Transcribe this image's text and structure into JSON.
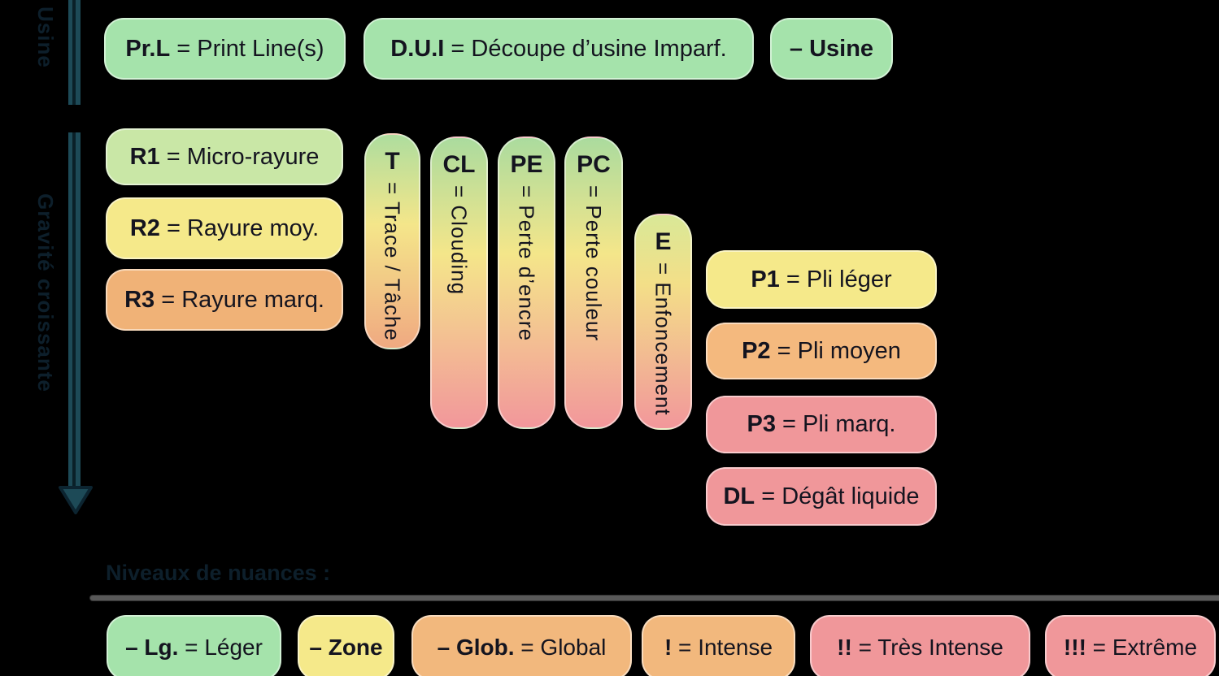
{
  "palette": {
    "background": "#000000",
    "rail_line": "#1d4a57",
    "rail_text": "#0d1f2b",
    "badge_text": "#14141f",
    "divider_gray": "#595959",
    "green": "#a5e3ab",
    "yellow_green": "#c9e7a6",
    "yellow": "#f5e98a",
    "orange": "#f2b87d",
    "salmon": "#f0979a"
  },
  "rails": {
    "top_label": "Usine",
    "bottom_label": "Gravité croissante"
  },
  "factory": {
    "items": [
      {
        "code": "Pr.L",
        "desc": " = Print Line(s)",
        "color": "#a5e3ab"
      },
      {
        "code": "D.U.I",
        "desc": " = Découpe d’usine Imparf.",
        "color": "#a5e3ab"
      },
      {
        "code": "– Usine",
        "desc": "",
        "color": "#a5e3ab"
      }
    ]
  },
  "scratches": {
    "items": [
      {
        "code": "R1",
        "desc": " = Micro-rayure",
        "color": "#c9e7a6"
      },
      {
        "code": "R2",
        "desc": " = Rayure moy.",
        "color": "#f5e98a"
      },
      {
        "code": "R3",
        "desc": " = Rayure marq.",
        "color": "#f0b277"
      }
    ]
  },
  "pills": {
    "items": [
      {
        "code": "T",
        "desc": "= Trace / Tâche",
        "top": "#aedd9e",
        "mid": "#f4e68a",
        "bottom": "#f0a981",
        "mid_pos": "42%"
      },
      {
        "code": "CL",
        "desc": "= Clouding",
        "top": "#abdb9e",
        "mid": "#f4e68a",
        "bottom": "#f2979b",
        "mid_pos": "40%"
      },
      {
        "code": "PE",
        "desc": "= Perte d’encre",
        "top": "#abdb9e",
        "mid": "#f4e68a",
        "bottom": "#f2979b",
        "mid_pos": "40%"
      },
      {
        "code": "PC",
        "desc": "= Perte couleur",
        "top": "#abdb9e",
        "mid": "#f4e68a",
        "bottom": "#f2979b",
        "mid_pos": "40%"
      },
      {
        "code": "E",
        "desc": "= Enfoncement",
        "top": "#d9e897",
        "mid": "#f3df88",
        "bottom": "#f2979b",
        "mid_pos": "32%"
      }
    ]
  },
  "folds": {
    "items": [
      {
        "code": "P1",
        "desc": " = Pli léger",
        "color": "#f5e98a"
      },
      {
        "code": "P2",
        "desc": " = Pli moyen",
        "color": "#f4b97e"
      },
      {
        "code": "P3",
        "desc": " = Pli marq.",
        "color": "#f0979a"
      },
      {
        "code": "DL",
        "desc": " = Dégât liquide",
        "color": "#f0979a"
      }
    ]
  },
  "nuances": {
    "heading": "Niveaux de nuances :",
    "items": [
      {
        "code": "– Lg.",
        "desc": " = Léger",
        "color": "#a5e3ab"
      },
      {
        "code": "– Zone",
        "desc": "",
        "color": "#f5e98a"
      },
      {
        "code": "– Glob.",
        "desc": " = Global",
        "color": "#f2b87d"
      },
      {
        "code": "!",
        "desc": " = Intense",
        "color": "#f2b87d"
      },
      {
        "code": "!!",
        "desc": " = Très Intense",
        "color": "#f0979a"
      },
      {
        "code": "!!!",
        "desc": " = Extrême",
        "color": "#f0979a"
      }
    ]
  }
}
